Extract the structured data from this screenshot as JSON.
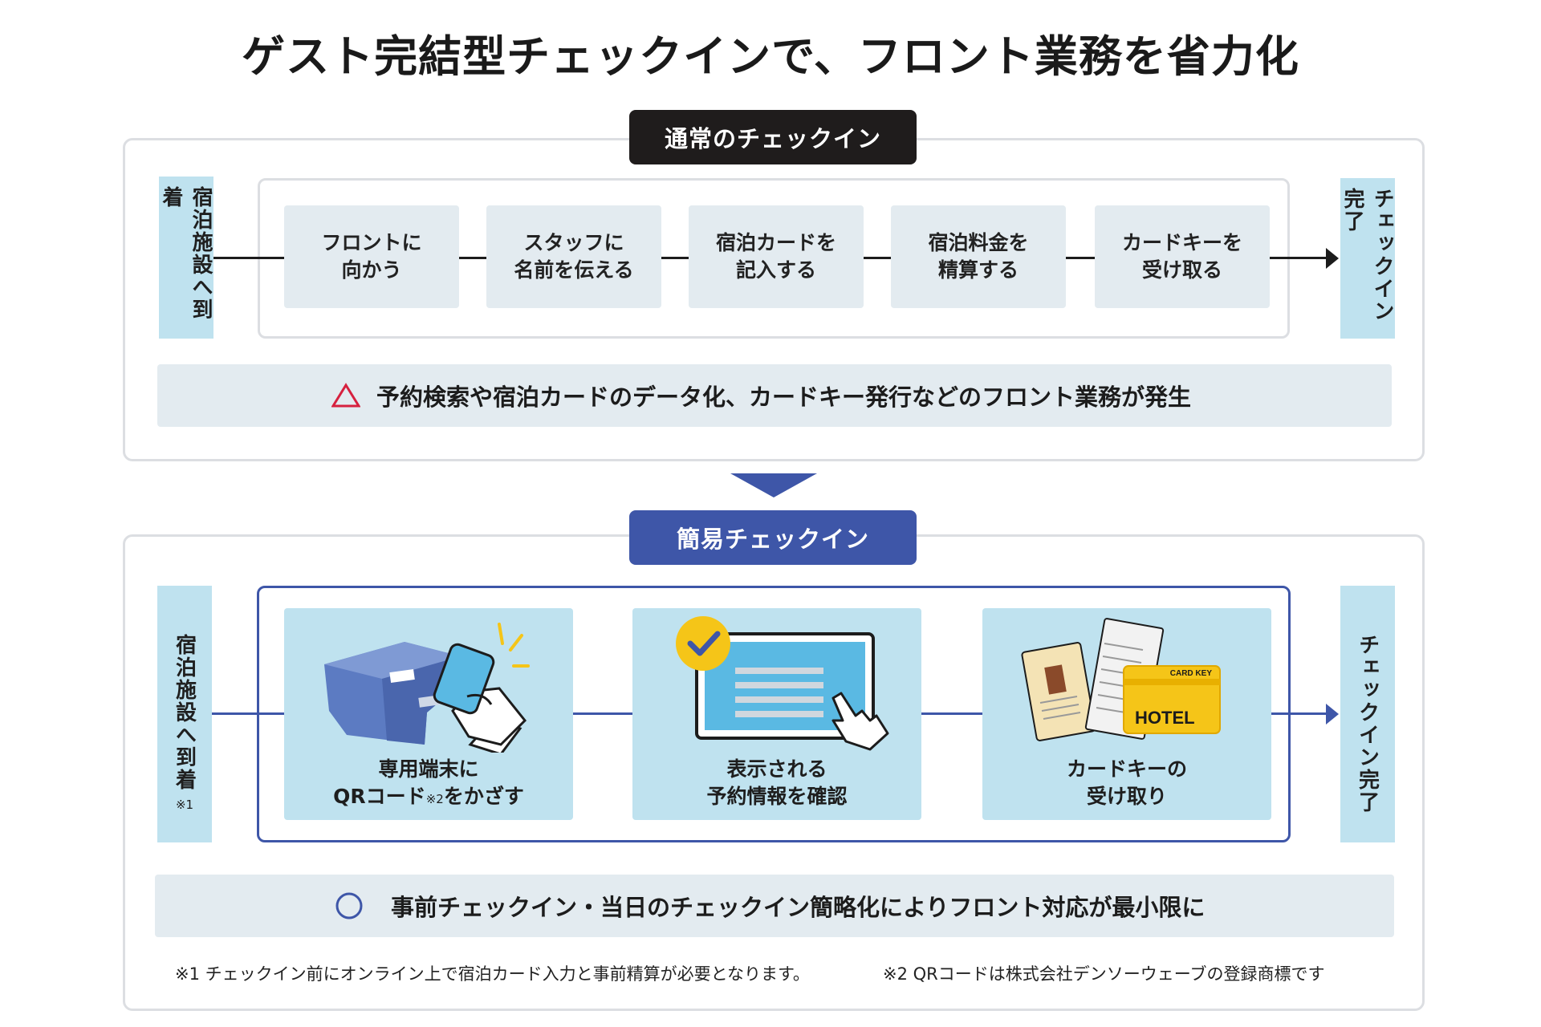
{
  "title": "ゲスト完結型チェックインで、フロント業務を省力化",
  "normal": {
    "badge": "通常のチェックイン",
    "start": "宿泊施設へ到着",
    "end": "チェックイン完了",
    "steps": [
      {
        "line1": "フロントに",
        "line2": "向かう"
      },
      {
        "line1": "スタッフに",
        "line2": "名前を伝える"
      },
      {
        "line1": "宿泊カードを",
        "line2": "記入する"
      },
      {
        "line1": "宿泊料金を",
        "line2": "精算する"
      },
      {
        "line1": "カードキーを",
        "line2": "受け取る"
      }
    ],
    "note": "予約検索や宿泊カードのデータ化、カードキー発行などのフロント業務が発生"
  },
  "simple": {
    "badge": "簡易チェックイン",
    "start": "宿泊施設へ到着",
    "start_note": "※1",
    "end": "チェックイン完了",
    "steps": [
      {
        "line1": "専用端末に",
        "line2a": "QRコード",
        "line2_sup": "※2",
        "line2b": "をかざす"
      },
      {
        "line1": "表示される",
        "line2": "予約情報を確認"
      },
      {
        "line1": "カードキーの",
        "line2": "受け取り"
      }
    ],
    "card_labels": {
      "card_key": "CARD KEY",
      "hotel": "HOTEL"
    },
    "note": "事前チェックイン・当日のチェックイン簡略化によりフロント対応が最小限に"
  },
  "footnotes": {
    "n1": "※1  チェックイン前にオンライン上で宿泊カード入力と事前精算が必要となります。",
    "n2": "※2  QRコードは株式会社デンソーウェーブの登録商標です"
  },
  "colors": {
    "dark": "#1f1c1c",
    "blue": "#3e56a8",
    "light_blue": "#bfe2ef",
    "gray_box": "#e3ebf0",
    "warning": "#d6213f",
    "yellow": "#f5c518"
  },
  "icons": {
    "warning": "triangle-icon",
    "ok": "circle-icon",
    "check": "checkmark-icon",
    "terminal": "qr-terminal-icon",
    "tablet": "tablet-tap-icon",
    "cards": "hotel-cards-icon"
  }
}
